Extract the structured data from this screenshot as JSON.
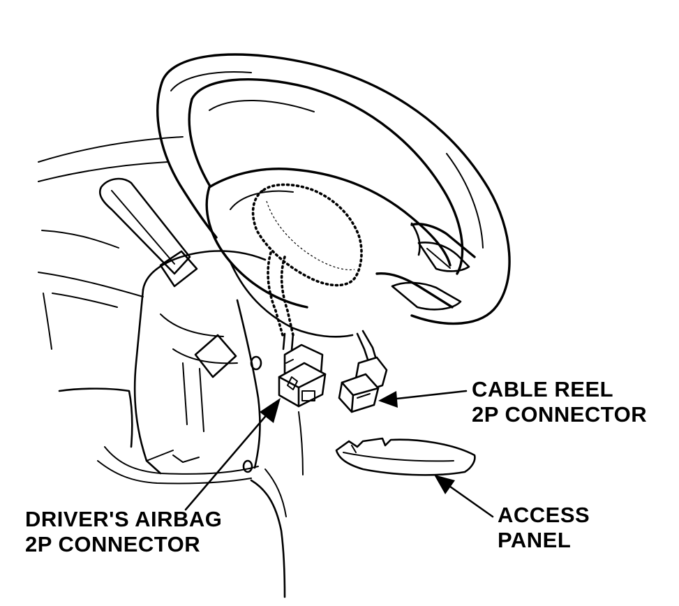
{
  "labels": {
    "cable_reel_line1": "CABLE REEL",
    "cable_reel_line2": "2P CONNECTOR",
    "airbag_line1": "DRIVER'S AIRBAG",
    "airbag_line2": "2P CONNECTOR",
    "access_line1": "ACCESS",
    "access_line2": "PANEL"
  },
  "colors": {
    "ink": "#000000",
    "paper": "#ffffff"
  }
}
